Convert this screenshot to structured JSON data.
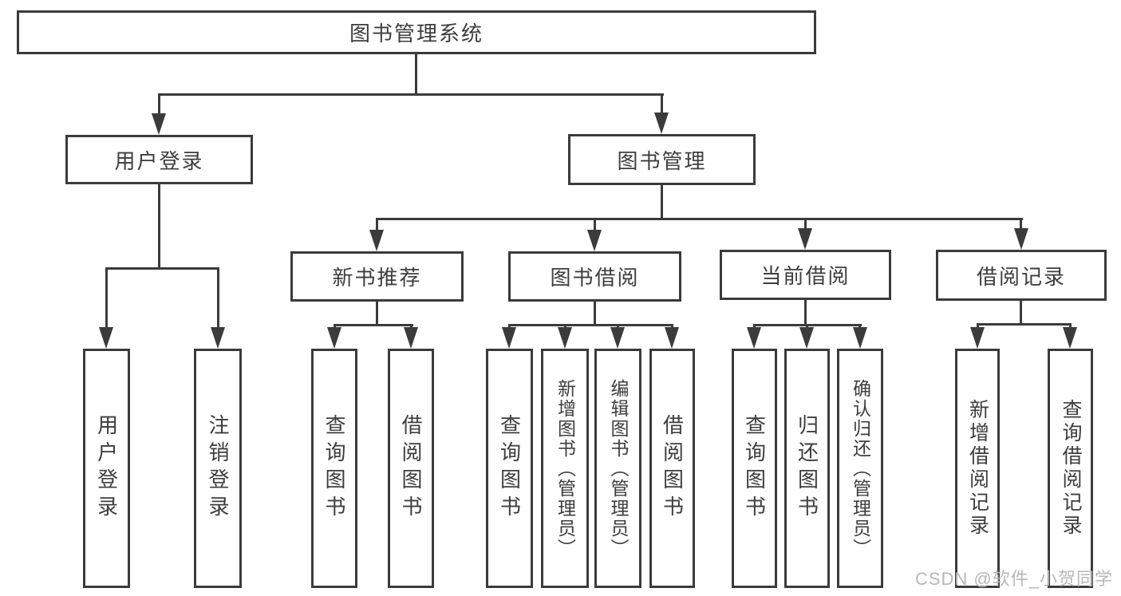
{
  "diagram": {
    "title": "图书管理系统",
    "watermark": "CSDN @软件_小贺同学",
    "colors": {
      "line": "#3b3b3b",
      "text": "#3d3d3d",
      "background": "#ffffff",
      "watermark": "#b7b7b7"
    },
    "tree": {
      "label": "图书管理系统",
      "children": [
        {
          "label": "用户登录",
          "children": [
            {
              "label": "用户登录"
            },
            {
              "label": "注销登录"
            }
          ]
        },
        {
          "label": "图书管理",
          "children": [
            {
              "label": "新书推荐",
              "children": [
                {
                  "label": "查询图书"
                },
                {
                  "label": "借阅图书"
                }
              ]
            },
            {
              "label": "图书借阅",
              "children": [
                {
                  "label": "查询图书"
                },
                {
                  "label": "新增图书（管理员）"
                },
                {
                  "label": "编辑图书（管理员）"
                },
                {
                  "label": "借阅图书"
                }
              ]
            },
            {
              "label": "当前借阅",
              "children": [
                {
                  "label": "查询图书"
                },
                {
                  "label": "归还图书"
                },
                {
                  "label": "确认归还（管理员）"
                }
              ]
            },
            {
              "label": "借阅记录",
              "children": [
                {
                  "label": "新增借阅记录"
                },
                {
                  "label": "查询借阅记录"
                }
              ]
            }
          ]
        }
      ]
    }
  }
}
